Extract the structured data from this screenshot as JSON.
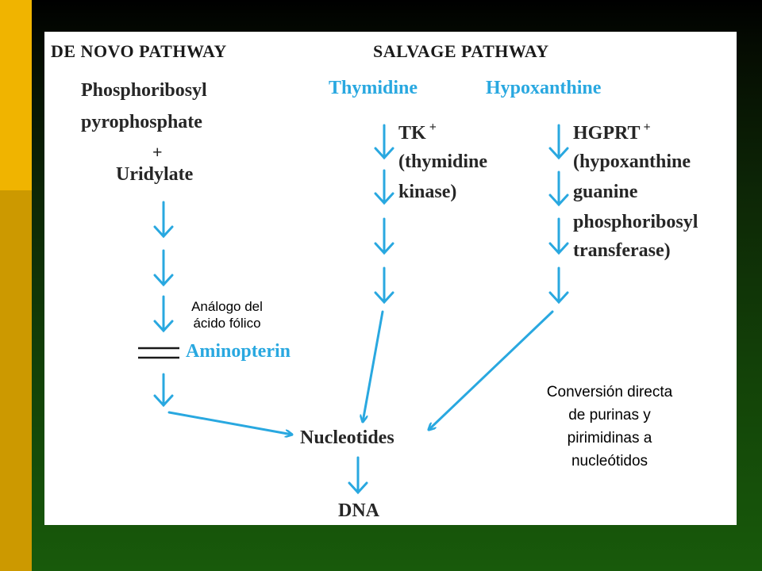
{
  "headers": {
    "de_novo": "DE NOVO PATHWAY",
    "salvage": "SALVAGE PATHWAY"
  },
  "de_novo": {
    "line1": "Phosphoribosyl",
    "line2": "pyrophosphate",
    "plus": "+",
    "line3": "Uridylate"
  },
  "salvage": {
    "thymidine": "Thymidine",
    "hypoxanthine": "Hypoxanthine",
    "tk": "TK",
    "tk_sup": "+",
    "tk_desc1": "(thymidine",
    "tk_desc2": "kinase)",
    "hgprt": "HGPRT",
    "hgprt_sup": "+",
    "hgprt_desc1": "(hypoxanthine",
    "hgprt_desc2": "guanine",
    "hgprt_desc3": "phosphoribosyl",
    "hgprt_desc4": "transferase)"
  },
  "inhibitor": {
    "name": "Aminopterin",
    "note_line1": "Análogo del",
    "note_line2": "ácido fólico"
  },
  "products": {
    "nucleotides": "Nucleotides",
    "dna": "DNA"
  },
  "annotation": {
    "line1": "Conversión directa",
    "line2": "de purinas y",
    "line3": "pirimidinas a",
    "line4": "nucleótidos"
  },
  "colors": {
    "arrow": "#29a8e0",
    "text": "#262626",
    "panel": "#ffffff",
    "stripe_top": "#f0b400",
    "stripe_bottom": "#cc9900"
  }
}
